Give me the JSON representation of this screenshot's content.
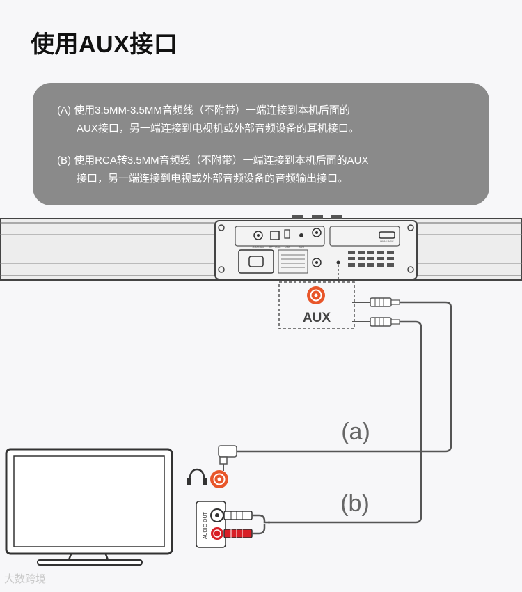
{
  "title": "使用AUX接口",
  "instructions": {
    "a": {
      "line1": "(A) 使用3.5MM-3.5MM音频线（不附带）一端连接到本机后面的",
      "line2": "AUX接口，另一端连接到电视机或外部音频设备的耳机接口。"
    },
    "b": {
      "line1": "(B) 使用RCA转3.5MM音频线（不附带）一端连接到本机后面的AUX",
      "line2": "接口，另一端连接到电视或外部音频设备的音频输出接口。"
    }
  },
  "soundbar_panel": {
    "port_labels": [
      "COAXIAL",
      "OPTICAL",
      "USB",
      "AUX",
      "HDMI ARC"
    ]
  },
  "aux_label": "AUX",
  "cable_labels": {
    "a": "(a)",
    "b": "(b)"
  },
  "tv_audio_out_label": "AUDIO OUT",
  "watermark": "大数跨境",
  "colors": {
    "accent_orange": "#e8562a",
    "rca_red": "#d81f26",
    "info_box": "#8a8a8a",
    "line_gray": "#555555"
  },
  "icons": [
    "headphone-icon",
    "aux-port-icon",
    "headphone-jack-icon",
    "rca-white-port-icon",
    "rca-red-port-icon"
  ]
}
